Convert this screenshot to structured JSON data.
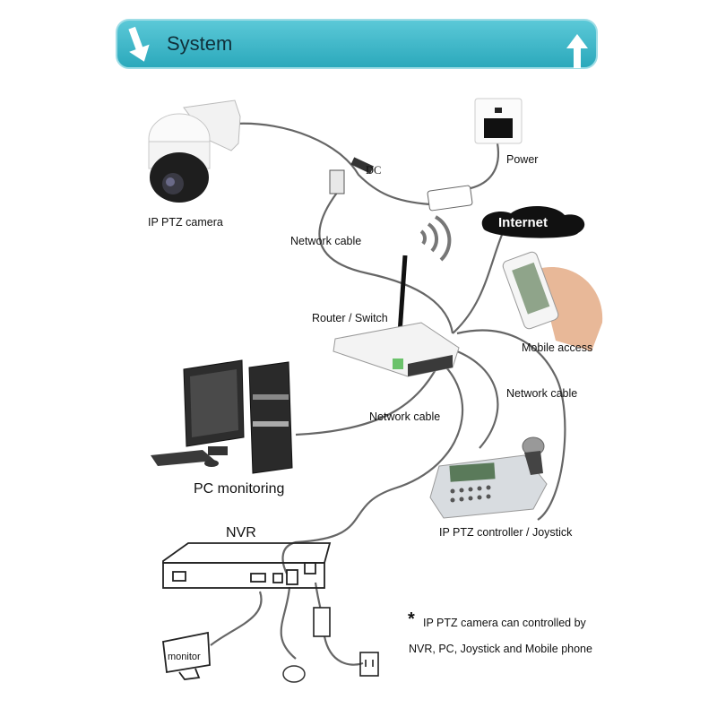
{
  "banner": {
    "title": "System",
    "accent": "#3ab7c9"
  },
  "labels": {
    "camera": "IP PTZ camera",
    "power": "Power",
    "dc": "DC",
    "network_cable_top": "Network cable",
    "internet": "Internet",
    "router": "Router / Switch",
    "mobile": "Mobile access",
    "network_cable_right": "Network cable",
    "network_cable_mid": "Network cable",
    "pc": "PC monitoring",
    "joystick": "IP PTZ controller / Joystick",
    "nvr": "NVR",
    "monitor": "monitor"
  },
  "note": {
    "star": "*",
    "line1": "IP PTZ camera can controlled by",
    "line2": "NVR, PC, Joystick and Mobile phone"
  },
  "icons": [
    "down-arrow-icon",
    "up-arrow-icon",
    "wifi-signal-icon"
  ]
}
